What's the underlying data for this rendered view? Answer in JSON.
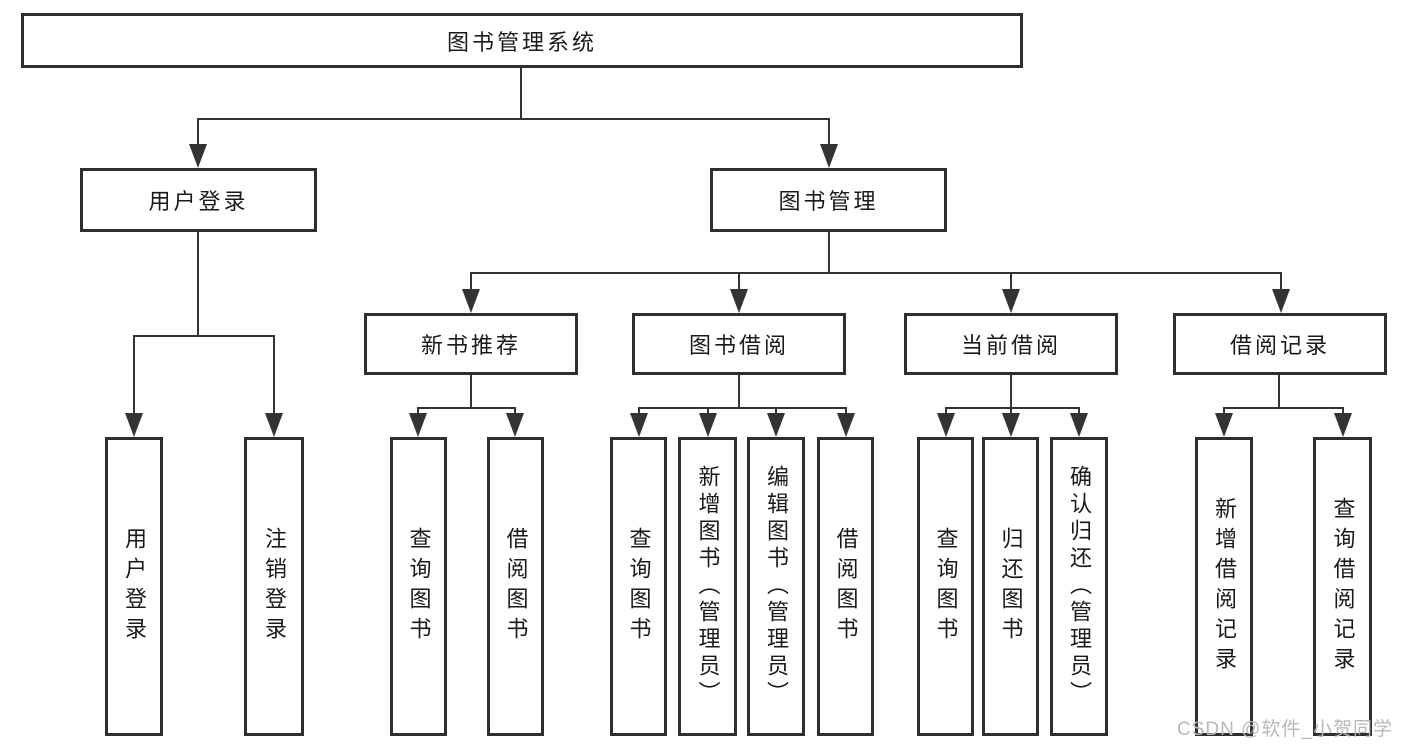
{
  "diagram": {
    "root": {
      "label": "图书管理系统"
    },
    "user_login": {
      "label": "用户登录",
      "children": [
        {
          "label": "用户登录"
        },
        {
          "label": "注销登录"
        }
      ]
    },
    "book_mgmt": {
      "label": "图书管理",
      "sections": [
        {
          "label": "新书推荐",
          "children": [
            {
              "label": "查询图书"
            },
            {
              "label": "借阅图书"
            }
          ]
        },
        {
          "label": "图书借阅",
          "children": [
            {
              "label": "查询图书"
            },
            {
              "label": "新增图书（管理员）"
            },
            {
              "label": "编辑图书（管理员）"
            },
            {
              "label": "借阅图书"
            }
          ]
        },
        {
          "label": "当前借阅",
          "children": [
            {
              "label": "查询图书"
            },
            {
              "label": "归还图书"
            },
            {
              "label": "确认归还（管理员）"
            }
          ]
        },
        {
          "label": "借阅记录",
          "children": [
            {
              "label": "新增借阅记录"
            },
            {
              "label": "查询借阅记录"
            }
          ]
        }
      ]
    }
  },
  "watermark": {
    "text": "CSDN @软件_小贺同学"
  },
  "colors": {
    "line": "#333333",
    "border": "#2e2e2e",
    "text": "#1a1a1a",
    "watermark": "#b8b8b8",
    "background": "#ffffff"
  }
}
